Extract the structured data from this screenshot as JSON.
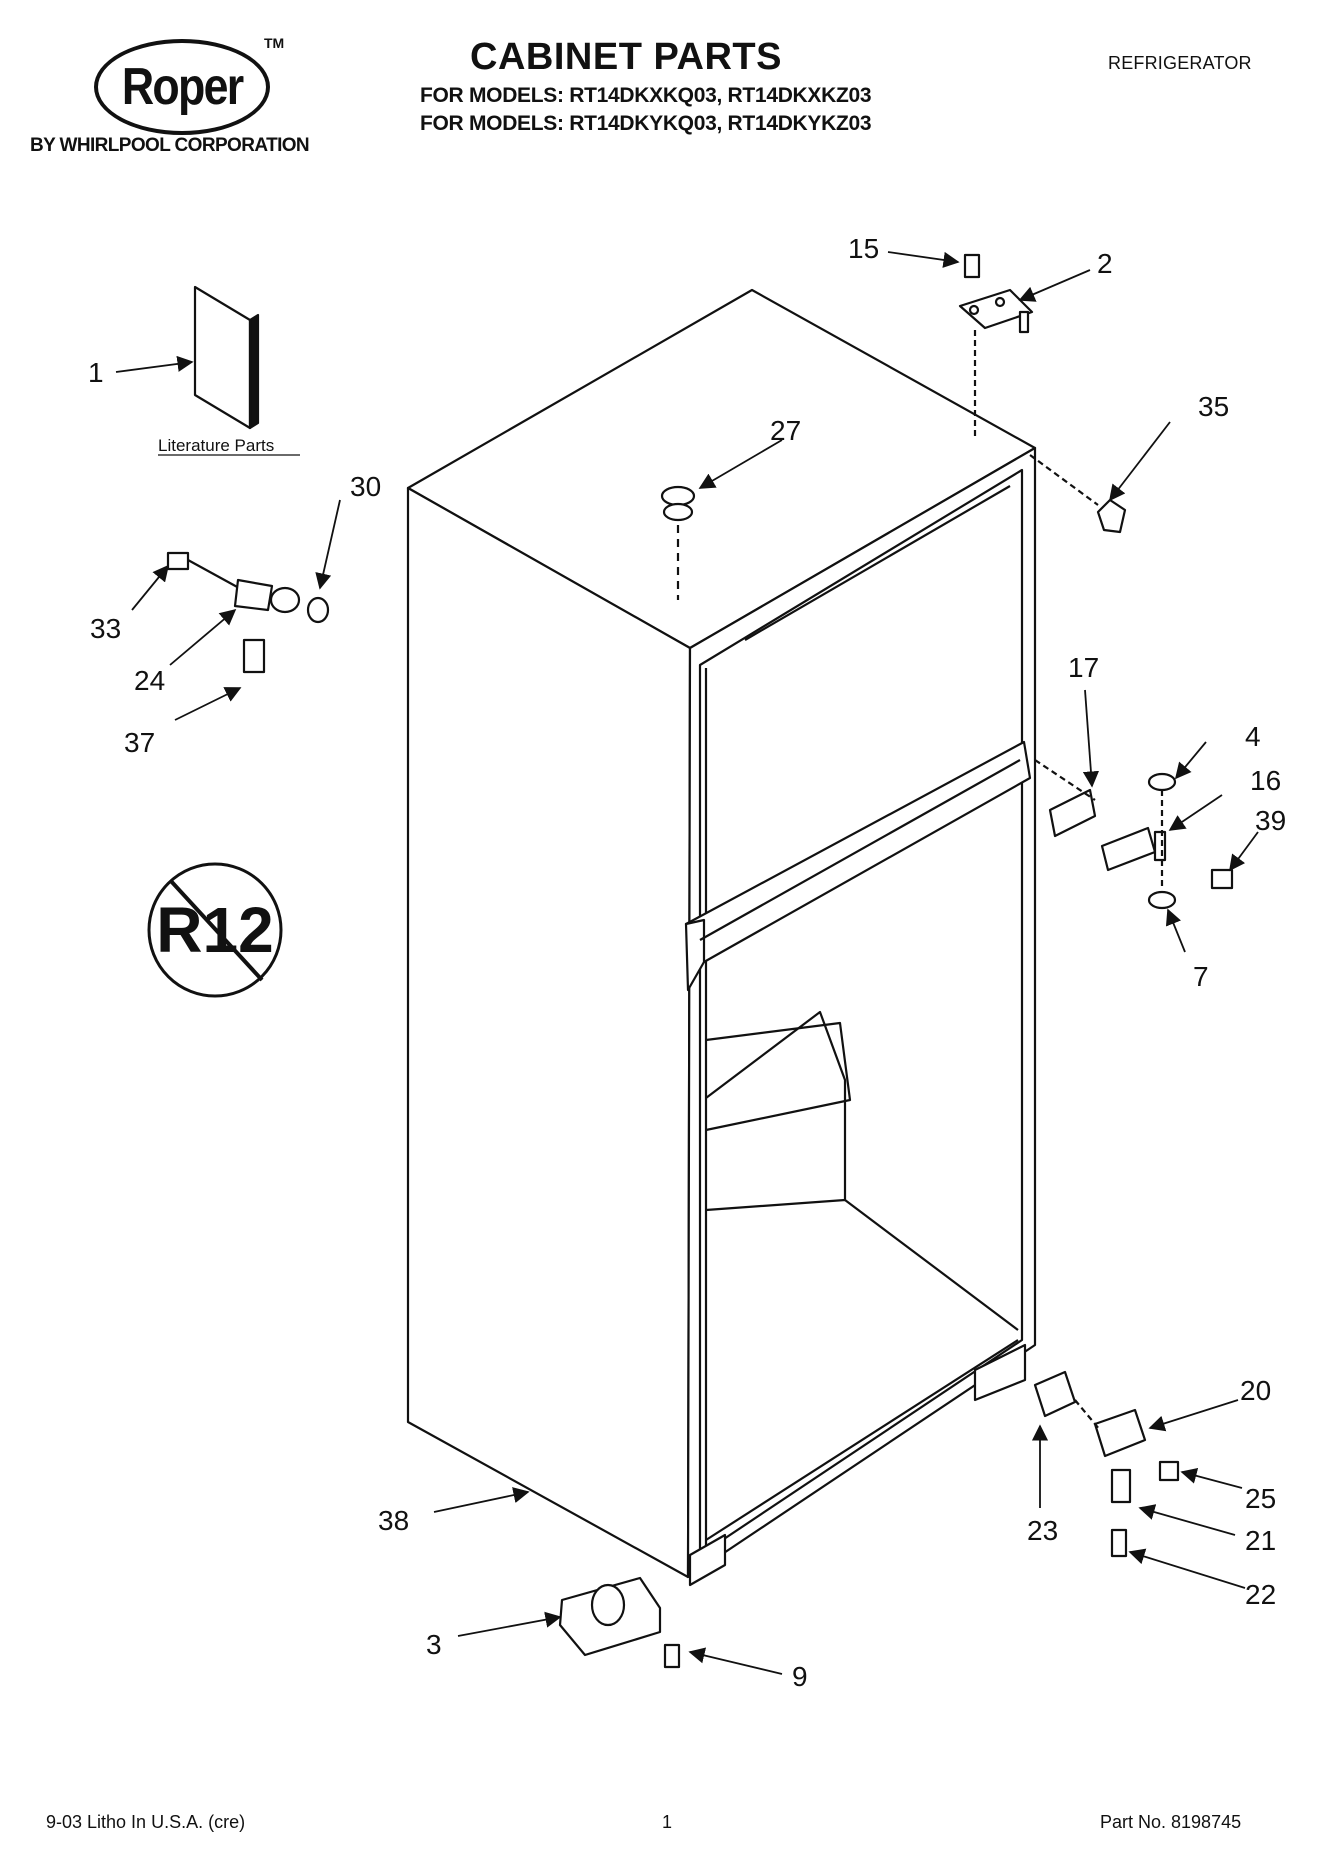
{
  "brand": {
    "name": "Roper",
    "trademark": "TM",
    "subtitle": "BY WHIRLPOOL CORPORATION"
  },
  "header": {
    "title": "CABINET PARTS",
    "models_line1": "FOR MODELS: RT14DKXKQ03, RT14DKXKZ03",
    "models_line2": "FOR MODELS: RT14DKYKQ03, RT14DKYKZ03",
    "category": "REFRIGERATOR"
  },
  "diagram": {
    "literature_label": "Literature Parts",
    "no_refrigerant_symbol": "R12",
    "callouts": [
      "1",
      "2",
      "3",
      "4",
      "7",
      "9",
      "15",
      "16",
      "17",
      "20",
      "21",
      "22",
      "23",
      "24",
      "25",
      "27",
      "30",
      "33",
      "35",
      "37",
      "38",
      "39"
    ]
  },
  "footer": {
    "litho": "9-03 Litho In U.S.A. (cre)",
    "page": "1",
    "part_no": "Part No. 8198745"
  }
}
